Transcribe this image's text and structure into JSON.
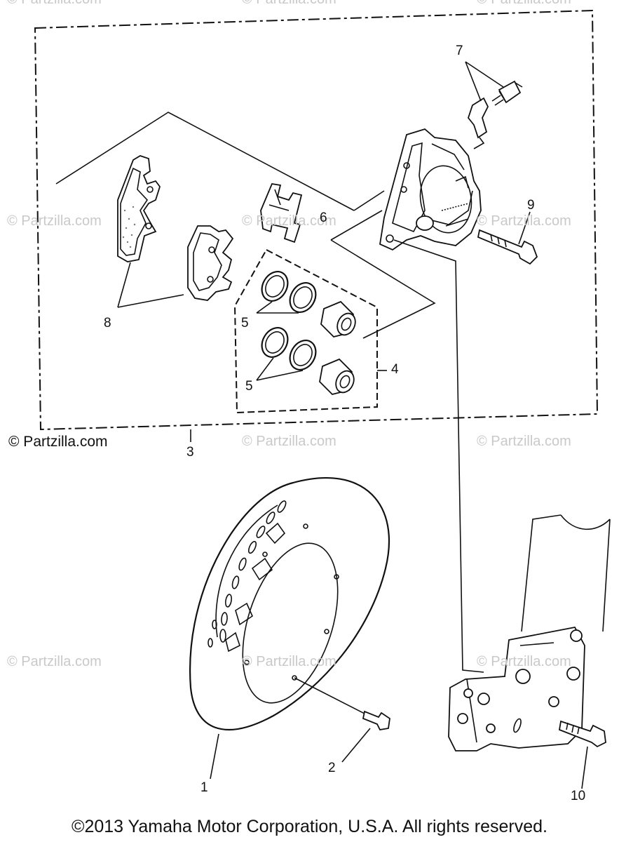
{
  "watermarks": {
    "text": "© Partzilla.com",
    "main_text": "© Partzilla.com"
  },
  "callouts": {
    "c1": "1",
    "c2": "2",
    "c3": "3",
    "c4": "4",
    "c5a": "5",
    "c5b": "5",
    "c6": "6",
    "c7": "7",
    "c8": "8",
    "c9": "9",
    "c10": "10"
  },
  "copyright": "©2013  Yamaha Motor Corporation, U.S.A. All rights reserved."
}
